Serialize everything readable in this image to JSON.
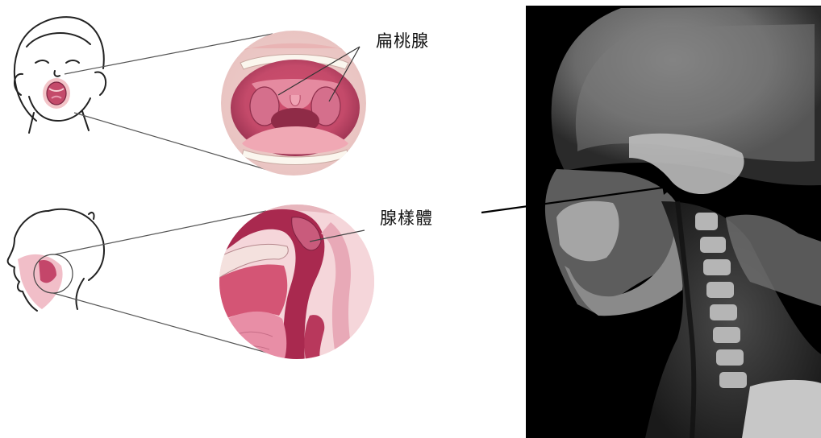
{
  "labels": {
    "tonsil": "扁桃腺",
    "adenoid": "腺樣體"
  },
  "colors": {
    "background": "#ffffff",
    "line": "#222222",
    "tissue_pink": "#c24a6d",
    "mucosa_light": "#f2b9c4",
    "skin": "#f7dfd8",
    "xray_bg": "#000000",
    "bone": "#cfcfcf"
  },
  "illustrations": {
    "top": [
      "child-face-open-mouth",
      "mouth-closeup-tonsils"
    ],
    "bottom": [
      "child-head-profile",
      "sagittal-section-adenoid"
    ],
    "right": "lateral-skull-neck-xray"
  }
}
